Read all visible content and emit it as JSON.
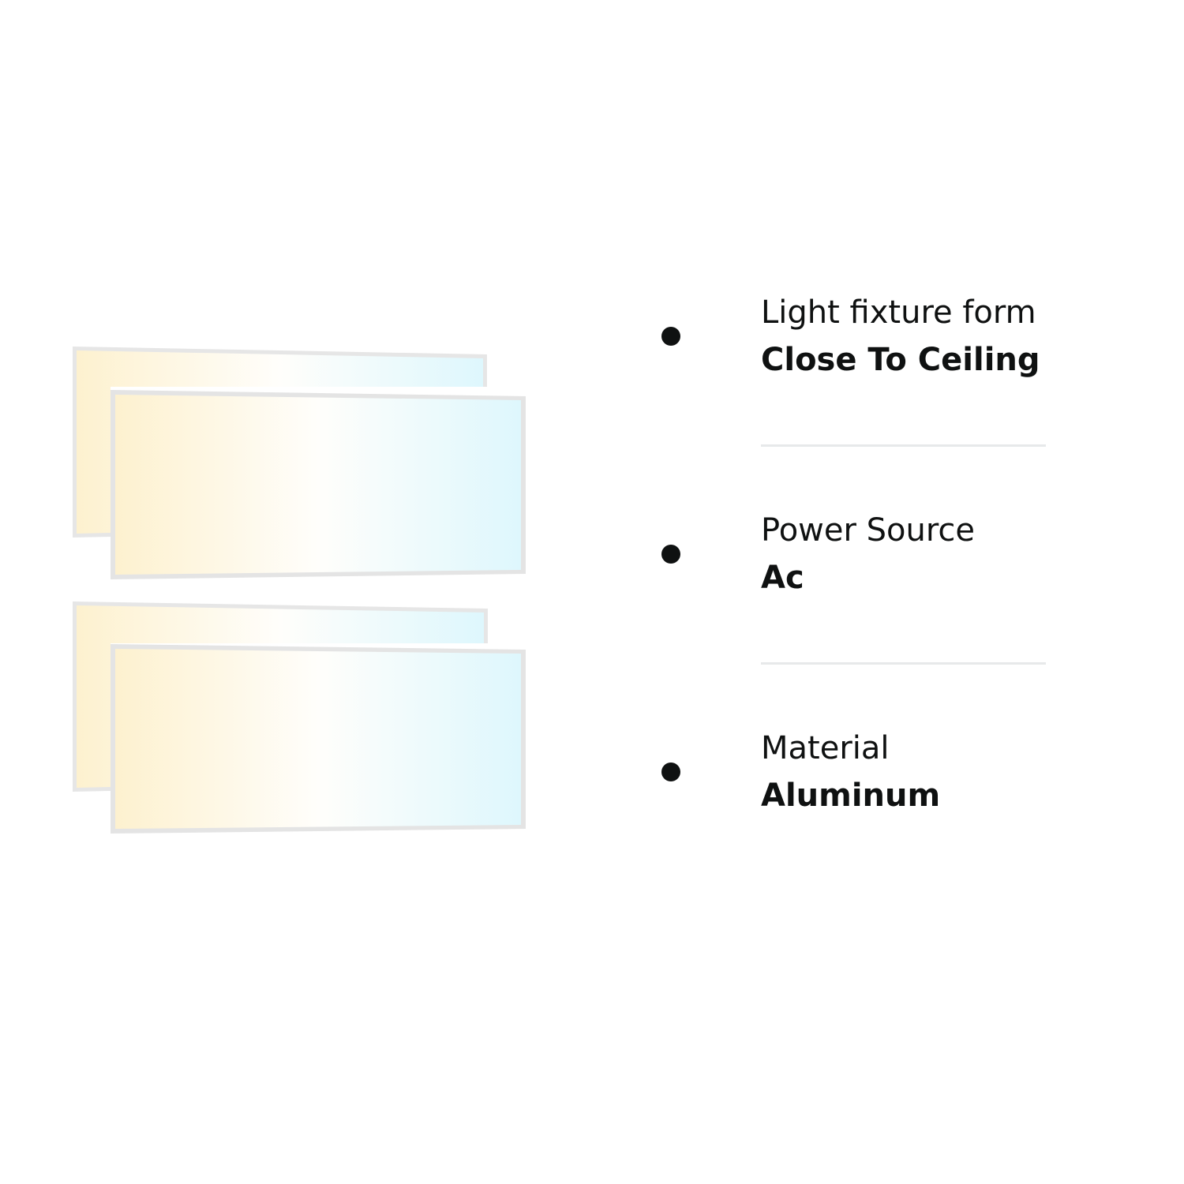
{
  "product_image": {
    "icon": "led-panel-light-image",
    "panel_count": 4,
    "colors": {
      "warm": "#fdf1cf",
      "neutral": "#fffefb",
      "cool": "#def7fd",
      "frame": "#e4e4e4"
    }
  },
  "specs": [
    {
      "label": "Light fixture form",
      "value": "Close To Ceiling"
    },
    {
      "label": "Power Source",
      "value": "Ac"
    },
    {
      "label": "Material",
      "value": "Aluminum"
    }
  ],
  "colors": {
    "text": "#0f1111",
    "divider": "#e7e9ea",
    "background": "#ffffff"
  }
}
